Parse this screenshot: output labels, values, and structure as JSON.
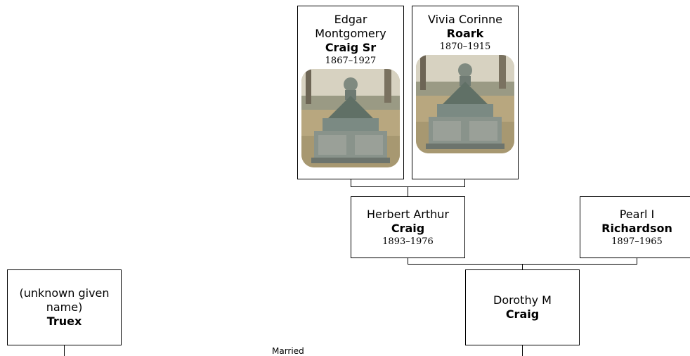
{
  "people": {
    "edgar": {
      "given": "Edgar Montgomery",
      "surname": "Craig Sr",
      "years": "1867–1927"
    },
    "vivia": {
      "given": "Vivia Corinne",
      "surname": "Roark",
      "years": "1870–1915"
    },
    "herbert": {
      "given": "Herbert Arthur",
      "surname": "Craig",
      "years": "1893–1976"
    },
    "pearl": {
      "given": "Pearl I",
      "surname": "Richardson",
      "years": "1897–1965"
    },
    "truex": {
      "given": "(unknown given name)",
      "surname": "Truex"
    },
    "dorothy": {
      "given": "Dorothy M",
      "surname": "Craig"
    }
  },
  "marriage_label": "Married",
  "photo_icon": "gravestone-photo"
}
